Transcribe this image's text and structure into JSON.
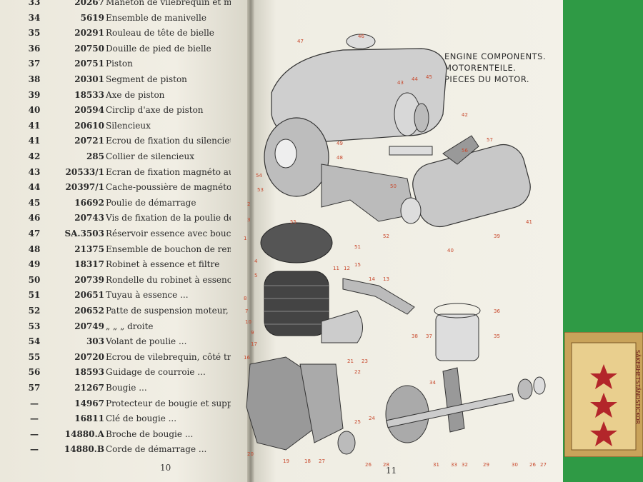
{
  "left_page": {
    "rows": [
      {
        "num": "33",
        "code": "20267",
        "desc": "Maneton de vilebrequin et magnéto"
      },
      {
        "num": "34",
        "code": "5619",
        "desc": "Ensemble de manivelle"
      },
      {
        "num": "35",
        "code": "20291",
        "desc": "Rouleau de tête de bielle"
      },
      {
        "num": "36",
        "code": "20750",
        "desc": "Douille de pied de bielle"
      },
      {
        "num": "37",
        "code": "20751",
        "desc": "Piston"
      },
      {
        "num": "38",
        "code": "20301",
        "desc": "Segment de piston"
      },
      {
        "num": "39",
        "code": "18533",
        "desc": "Axe de piston"
      },
      {
        "num": "40",
        "code": "20594",
        "desc": "Circlip d'axe de piston"
      },
      {
        "num": "41",
        "code": "20610",
        "desc": "Silencieux"
      },
      {
        "num": "41",
        "code": "20721",
        "desc": "Ecrou de fixation du silencieux"
      },
      {
        "num": "42",
        "code": "285",
        "desc": "Collier de silencieux"
      },
      {
        "num": "43",
        "code": "20533/1",
        "desc": "Ecran de fixation magnéto au vilebrequin"
      },
      {
        "num": "44",
        "code": "20397/1",
        "desc": "Cache-poussière de magnéto"
      },
      {
        "num": "45",
        "code": "16692",
        "desc": "Poulie de démarrage"
      },
      {
        "num": "46",
        "code": "20743",
        "desc": "Vis de fixation de la poulie de démarrage"
      },
      {
        "num": "47",
        "code": "SA.3503",
        "desc": "Réservoir essence avec bouchon de remplissage"
      },
      {
        "num": "48",
        "code": "21375",
        "desc": "Ensemble de bouchon de remplissage"
      },
      {
        "num": "49",
        "code": "18317",
        "desc": "Robinet à essence et filtre"
      },
      {
        "num": "50",
        "code": "20739",
        "desc": "Rondelle du robinet à essence"
      },
      {
        "num": "51",
        "code": "20651",
        "desc": "Tuyau à essence ..."
      },
      {
        "num": "52",
        "code": "20652",
        "desc": "Patte de suspension moteur, gauche"
      },
      {
        "num": "53",
        "code": "20749",
        "desc": "„ „ „ droite"
      },
      {
        "num": "54",
        "code": "303",
        "desc": "Volant de poulie ..."
      },
      {
        "num": "55",
        "code": "20720",
        "desc": "Ecrou de vilebrequin, côté transmission"
      },
      {
        "num": "56",
        "code": "18593",
        "desc": "Guidage de courroie ..."
      },
      {
        "num": "57",
        "code": "21267",
        "desc": "Bougie ..."
      },
      {
        "num": "—",
        "code": "14967",
        "desc": "Protecteur de bougie et suppresseur"
      },
      {
        "num": "—",
        "code": "16811",
        "desc": "Clé de bougie ..."
      },
      {
        "num": "—",
        "code": "14880.A",
        "desc": "Broche de bougie ..."
      },
      {
        "num": "—",
        "code": "14880.B",
        "desc": "Corde de démarrage ..."
      }
    ],
    "folio": "10"
  },
  "right_page": {
    "titles": [
      "ENGINE COMPONENTS.",
      "MOTORENTEILE.",
      "PIECES DU MOTOR."
    ],
    "folio": "11",
    "callouts": [
      "47",
      "46",
      "43",
      "44",
      "45",
      "42",
      "57",
      "56",
      "49",
      "48",
      "54",
      "53",
      "50",
      "55",
      "52",
      "51",
      "39",
      "41",
      "40",
      "2",
      "3",
      "1",
      "4",
      "5",
      "11",
      "12",
      "15",
      "14",
      "13",
      "8",
      "7",
      "10",
      "36",
      "9",
      "38",
      "37",
      "35",
      "17",
      "16",
      "21",
      "23",
      "22",
      "34",
      "24",
      "25",
      "19",
      "18",
      "27",
      "26",
      "28",
      "31",
      "33",
      "32",
      "29",
      "30",
      "26",
      "27",
      "20"
    ]
  },
  "matchbox": {
    "text": "SÄKERHETSTÄNDSTICKOR"
  },
  "colors": {
    "background": "#2f9a45",
    "callout": "#c8472b",
    "ink": "#2a2a2a"
  }
}
